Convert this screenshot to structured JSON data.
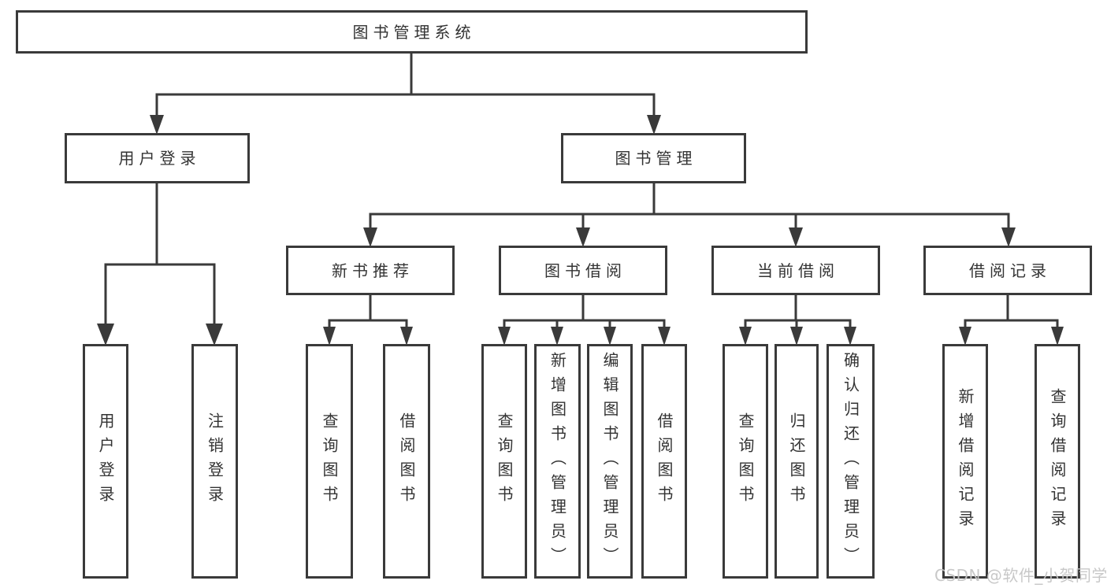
{
  "tree": {
    "label": "图书管理系统",
    "children": [
      {
        "label": "用户登录",
        "children": [
          {
            "label": "用户登录"
          },
          {
            "label": "注销登录"
          }
        ]
      },
      {
        "label": "图书管理",
        "children": [
          {
            "label": "新书推荐",
            "children": [
              {
                "label": "查询图书"
              },
              {
                "label": "借阅图书"
              }
            ]
          },
          {
            "label": "图书借阅",
            "children": [
              {
                "label": "查询图书"
              },
              {
                "label": "新增图书（管理员）"
              },
              {
                "label": "编辑图书（管理员）"
              },
              {
                "label": "借阅图书"
              }
            ]
          },
          {
            "label": "当前借阅",
            "children": [
              {
                "label": "查询图书"
              },
              {
                "label": "归还图书"
              },
              {
                "label": "确认归还（管理员）"
              }
            ]
          },
          {
            "label": "借阅记录",
            "children": [
              {
                "label": "新增借阅记录"
              },
              {
                "label": "查询借阅记录"
              }
            ]
          }
        ]
      }
    ]
  },
  "watermark": {
    "text": "CSDN @软件_小贺同学"
  },
  "colors": {
    "line": "#3a3a3a",
    "box_border": "#3a3a3a",
    "box_fill": "#ffffff",
    "text": "#333333",
    "watermark": "#c6c6c6",
    "background": "#ffffff"
  }
}
